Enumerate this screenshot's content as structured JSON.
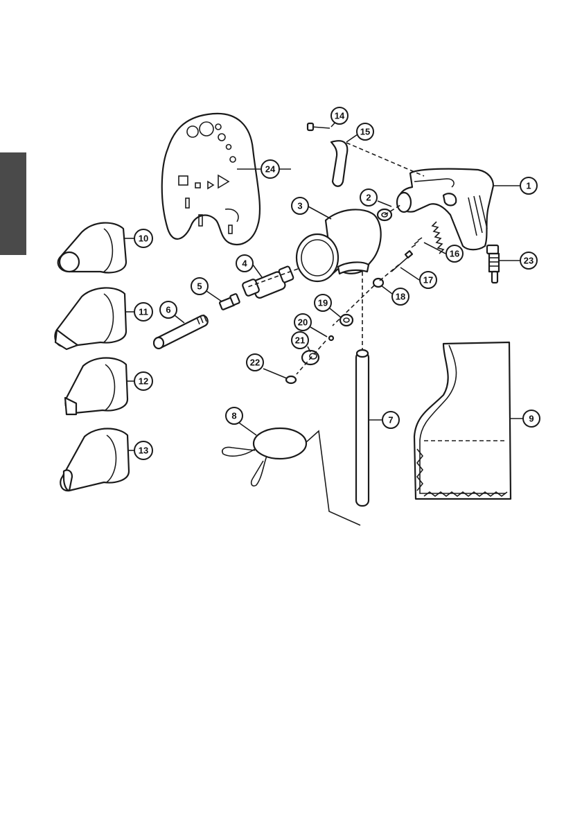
{
  "colors": {
    "side_tab": "#4a4a4a",
    "ink": "#1a1a1a",
    "paper": "#ffffff"
  },
  "callouts": [
    {
      "id": "c1",
      "label": "1"
    },
    {
      "id": "c2",
      "label": "2"
    },
    {
      "id": "c3",
      "label": "3"
    },
    {
      "id": "c4",
      "label": "4"
    },
    {
      "id": "c5",
      "label": "5"
    },
    {
      "id": "c6",
      "label": "6"
    },
    {
      "id": "c7",
      "label": "7"
    },
    {
      "id": "c8",
      "label": "8"
    },
    {
      "id": "c9",
      "label": "9"
    },
    {
      "id": "c10",
      "label": "10"
    },
    {
      "id": "c11",
      "label": "11"
    },
    {
      "id": "c12",
      "label": "12"
    },
    {
      "id": "c13",
      "label": "13"
    },
    {
      "id": "c14",
      "label": "14"
    },
    {
      "id": "c15",
      "label": "15"
    },
    {
      "id": "c16",
      "label": "16"
    },
    {
      "id": "c17",
      "label": "17"
    },
    {
      "id": "c18",
      "label": "18"
    },
    {
      "id": "c19",
      "label": "19"
    },
    {
      "id": "c20",
      "label": "20"
    },
    {
      "id": "c21",
      "label": "21"
    },
    {
      "id": "c22",
      "label": "22"
    },
    {
      "id": "c23",
      "label": "23"
    },
    {
      "id": "c24",
      "label": "24"
    }
  ]
}
